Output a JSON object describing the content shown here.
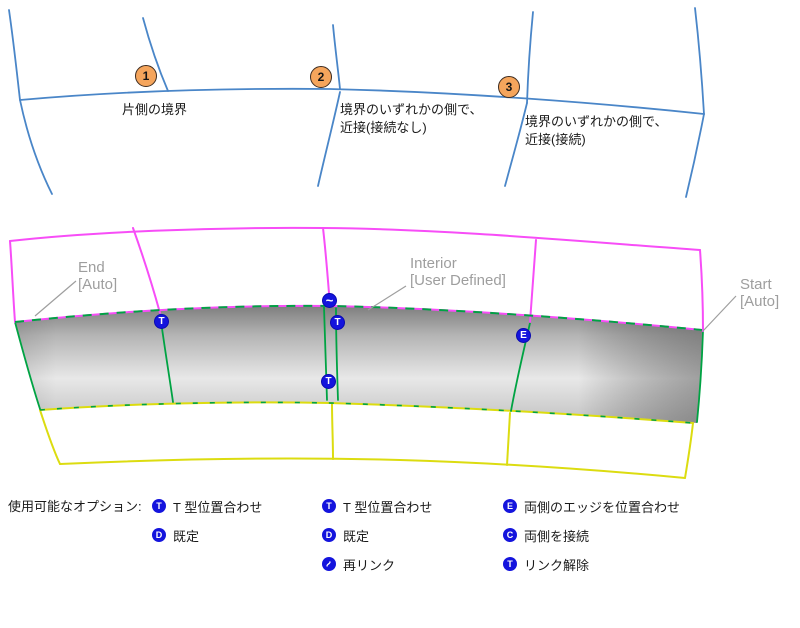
{
  "colors": {
    "wireframe_blue": "#4a86c8",
    "edge_magenta": "#f74df7",
    "edge_green": "#00a343",
    "edge_yellow": "#dcdc10",
    "badge_blue": "#1414dd",
    "marker_orange": "#f5a55c",
    "marker_border": "#3d2b1f",
    "label_gray": "#9e9e9e",
    "text_black": "#1a1a1a"
  },
  "top_diagram": {
    "markers": [
      {
        "num": "1",
        "lines": [
          "片側の境界"
        ]
      },
      {
        "num": "2",
        "lines": [
          "境界のいずれかの側で、",
          "近接(接続なし)"
        ]
      },
      {
        "num": "3",
        "lines": [
          "境界のいずれかの側で、",
          "近接(接続)"
        ]
      }
    ]
  },
  "surface_figure": {
    "end_label": {
      "line1": "End",
      "line2": "[Auto]"
    },
    "interior_label": {
      "line1": "Interior",
      "line2": "[User Defined]"
    },
    "start_label": {
      "line1": "Start",
      "line2": "[Auto]"
    },
    "badges": [
      {
        "glyph": "T"
      },
      {
        "glyph": "~"
      },
      {
        "glyph": "T"
      },
      {
        "glyph": "T"
      },
      {
        "glyph": "E"
      }
    ]
  },
  "options": {
    "heading": "使用可能なオプション:",
    "columns": [
      {
        "items": [
          {
            "icon": "T",
            "label": "T 型位置合わせ"
          },
          {
            "icon": "D",
            "label": "既定"
          }
        ]
      },
      {
        "items": [
          {
            "icon": "T",
            "label": "T 型位置合わせ"
          },
          {
            "icon": "D",
            "label": "既定"
          },
          {
            "icon": "~",
            "label": "再リンク"
          }
        ]
      },
      {
        "items": [
          {
            "icon": "E",
            "label": "両側のエッジを位置合わせ"
          },
          {
            "icon": "C",
            "label": "両側を接続"
          },
          {
            "icon": "T",
            "label": "リンク解除"
          }
        ]
      }
    ]
  }
}
